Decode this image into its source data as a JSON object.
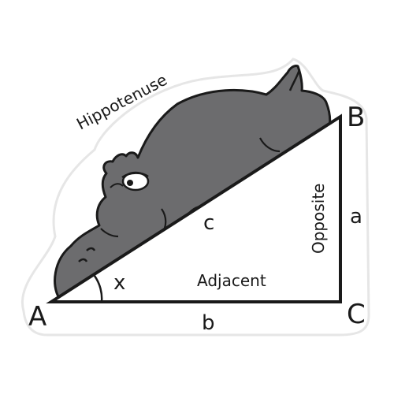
{
  "figure": {
    "hippo_word": "Hippotenuse",
    "vertices": {
      "a": "A",
      "b": "B",
      "c": "C"
    },
    "sides": {
      "hyp": "c",
      "opp": "a",
      "adj": "b"
    },
    "side_names": {
      "opposite": "Opposite",
      "adjacent": "Adjacent"
    },
    "angle": "x"
  },
  "colors": {
    "hippo_body": "#6c6c6e",
    "hippo_shadow": "#555557",
    "outline": "#1a1a1a",
    "sticker_border": "#e9e9e9",
    "background": "#ffffff"
  },
  "icons": {
    "character": "hippo-illustration"
  }
}
